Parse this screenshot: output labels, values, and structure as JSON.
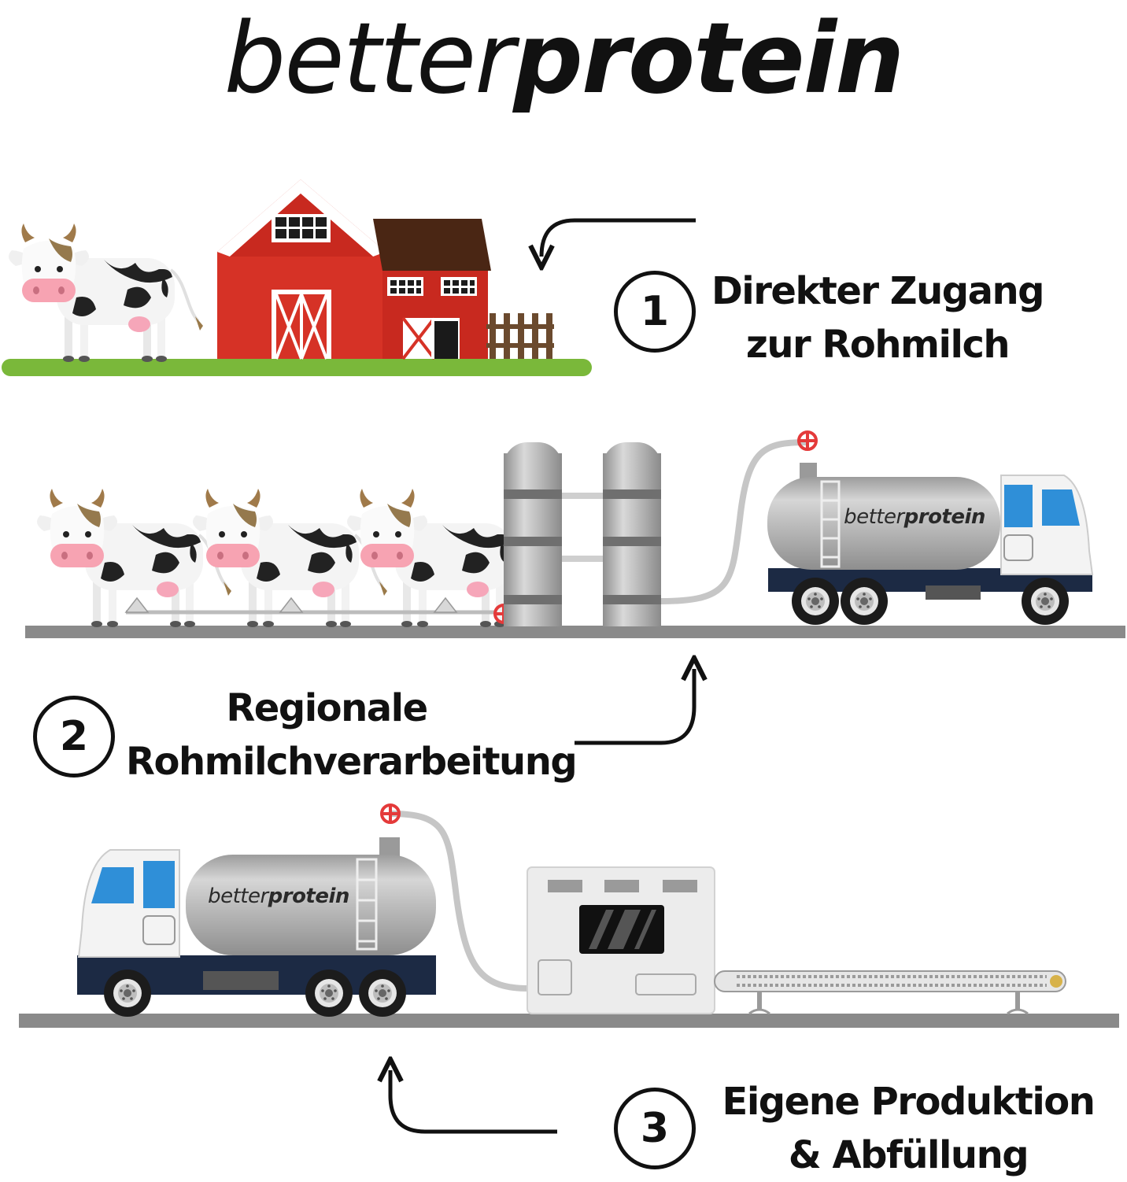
{
  "logo": {
    "light": "better",
    "bold": "protein"
  },
  "truck_brand": {
    "light": "better",
    "bold": "protein"
  },
  "steps": [
    {
      "number": "1",
      "line1": "Direkter Zugang",
      "line2": "zur Rohmilch"
    },
    {
      "number": "2",
      "line1": "Regionale",
      "line2": "Rohmilchverarbeitung"
    },
    {
      "number": "3",
      "line1": "Eigene Produktion",
      "line2": "& Abfüllung"
    }
  ],
  "colors": {
    "barn_red": "#d63226",
    "roof_brown": "#4a2614",
    "grass": "#7ab83a",
    "ground": "#8a8a8a",
    "tank": "#b8b8b8",
    "cab_blue": "#2f8fd8",
    "valve_red": "#e43a3a"
  }
}
